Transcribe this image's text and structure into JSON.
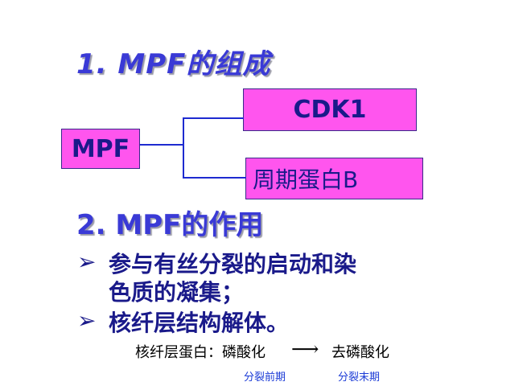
{
  "section1": {
    "title": "1.  MPF的组成"
  },
  "diagram": {
    "root": "MPF",
    "child1": "CDK1",
    "child2": "周期蛋白B"
  },
  "section2": {
    "title": "2.  MPF的作用",
    "bullet_symbol": "➢",
    "bullets": [
      {
        "line1": "参与有丝分裂的启动和染",
        "line2": "色质的凝集；"
      },
      {
        "line1": "核纤层结构解体。"
      }
    ]
  },
  "note": {
    "prefix": "核纤层蛋白：磷酸化",
    "arrow": "⟶",
    "suffix": "去磷酸化",
    "left_label": "分裂前期",
    "right_label": "分裂末期"
  }
}
